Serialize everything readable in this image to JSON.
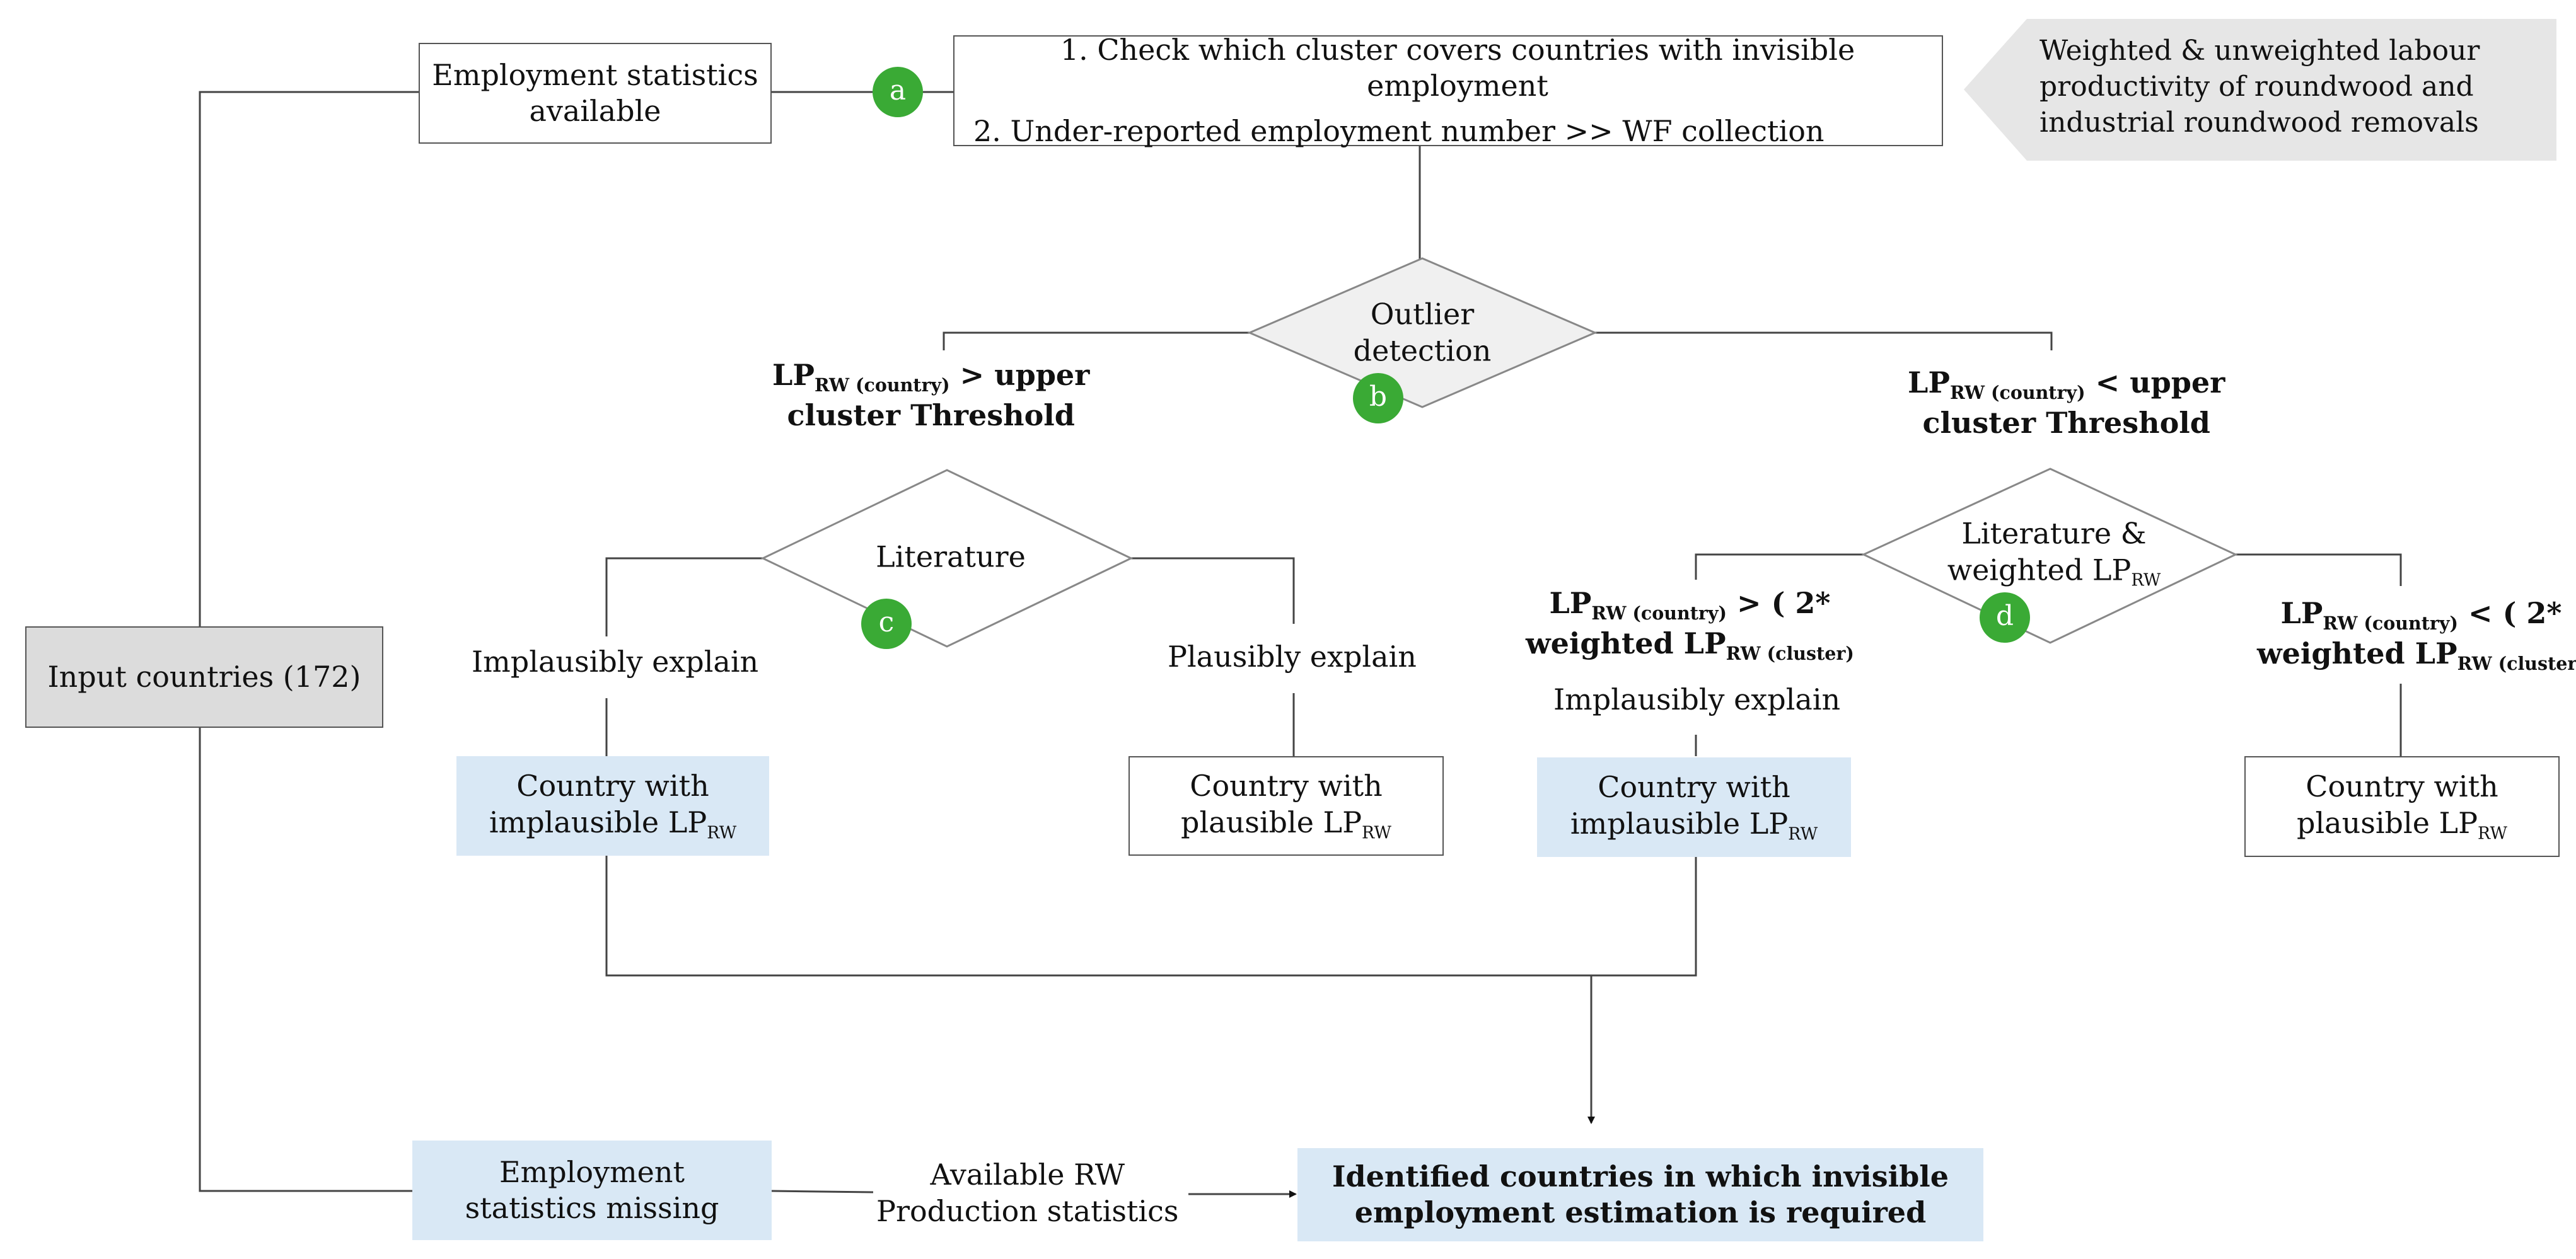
{
  "nodes": {
    "input_countries": "Input countries (172)",
    "emp_available": [
      "Employment statistics",
      "available"
    ],
    "steps": [
      "1. Check which cluster covers countries with invisible employment",
      "2. Under-reported employment number >> WF collection"
    ],
    "note": [
      "Weighted & unweighted labour",
      "productivity of roundwood and",
      "industrial roundwood removals"
    ],
    "outlier": [
      "Outlier",
      "detection"
    ],
    "literature": "Literature",
    "literature_weighted": {
      "line1": "Literature &",
      "line2": "weighted LP",
      "sub": "RW"
    },
    "implausibly_left": "Implausibly explain",
    "plausibly_left": "Plausibly explain",
    "implausibly_right": "Implausibly explain",
    "country_impl_left": {
      "line1": "Country with",
      "line2": "implausible LP",
      "sub": "RW"
    },
    "country_pl_left": {
      "line1": "Country with",
      "line2": "plausible LP",
      "sub": "RW"
    },
    "country_impl_right": {
      "line1": "Country with",
      "line2": "implausible LP",
      "sub": "RW"
    },
    "country_pl_right": {
      "line1": "Country with",
      "line2": "plausible LP",
      "sub": "RW"
    },
    "emp_missing": [
      "Employment",
      "statistics missing"
    ],
    "available_rw": [
      "Available RW",
      "Production statistics"
    ],
    "identified": [
      "Identified countries in which invisible",
      "employment estimation is required"
    ]
  },
  "conditions": {
    "left_upper": {
      "lp": "LP",
      "sub": "RW (country)",
      "rest": "> upper",
      "line2": "cluster Threshold"
    },
    "right_upper": {
      "lp": "LP",
      "sub": "RW (country)",
      "rest": "< upper",
      "line2": "cluster Threshold"
    },
    "weighted_gt": {
      "lp": "LP",
      "sub": "RW (country)",
      "rest": "> ( 2*",
      "line2": "weighted LP",
      "sub2": "RW (cluster)"
    },
    "weighted_lt": {
      "lp": "LP",
      "sub": "RW (country)",
      "rest": "< ( 2*",
      "line2": "weighted LP",
      "sub2": "RW (cluster)"
    }
  },
  "badges": {
    "a": "a",
    "b": "b",
    "c": "c",
    "d": "d"
  },
  "colors": {
    "badge": "#3aaa35",
    "blue_fill": "#d9e8f5",
    "gray_fill": "#dcdcdc",
    "diamond_fill": "#f0f0f0",
    "line": "#444444"
  }
}
